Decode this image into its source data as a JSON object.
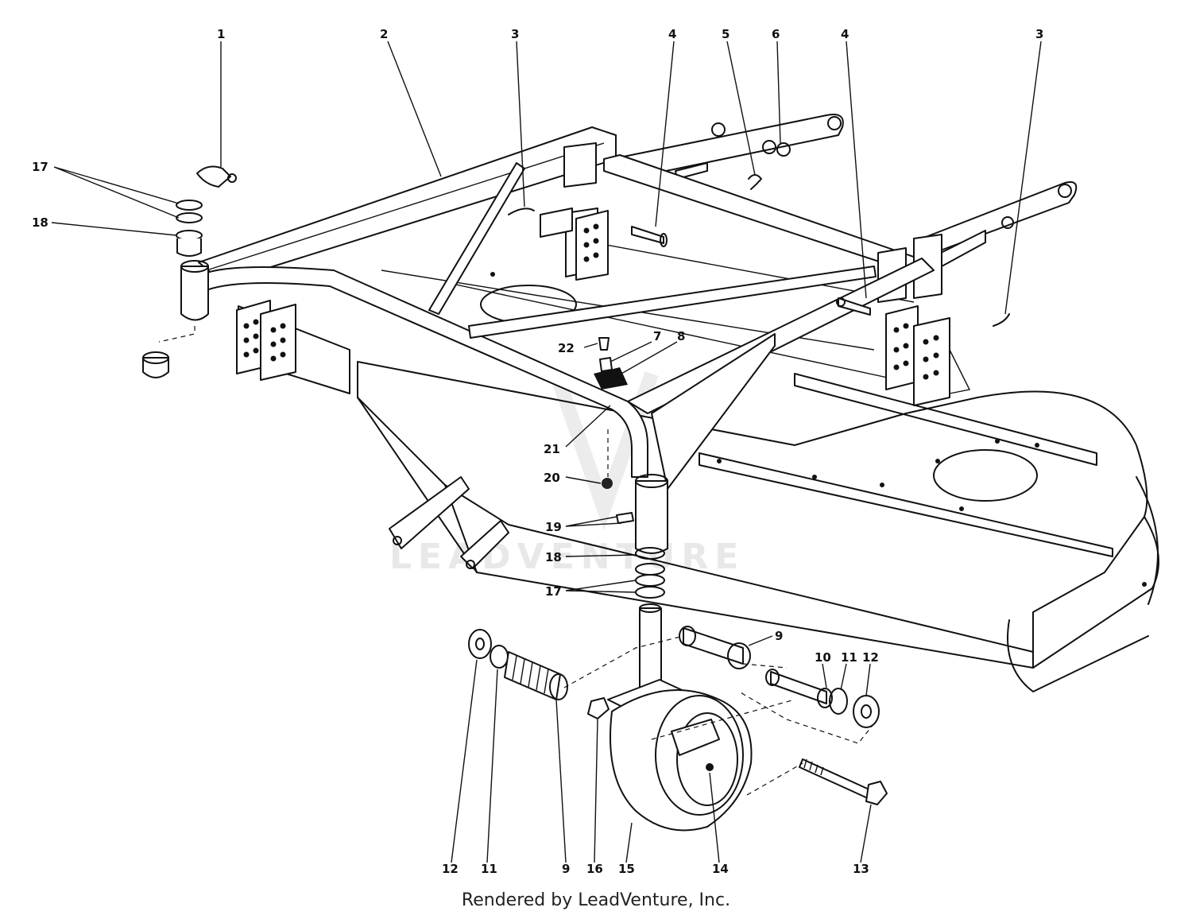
{
  "watermark": "LEADVENTURE",
  "footer": "Rendered by LeadVenture, Inc.",
  "callouts": {
    "c1": "1",
    "c2": "2",
    "c3a": "3",
    "c3b": "3",
    "c4a": "4",
    "c4b": "4",
    "c5": "5",
    "c6": "6",
    "c7": "7",
    "c8": "8",
    "c9a": "9",
    "c9b": "9",
    "c10": "10",
    "c11a": "11",
    "c11b": "11",
    "c12a": "12",
    "c12b": "12",
    "c13": "13",
    "c14": "14",
    "c15": "15",
    "c16": "16",
    "c17a": "17",
    "c17b": "17",
    "c18a": "18",
    "c18b": "18",
    "c19": "19",
    "c20": "20",
    "c21": "21",
    "c22": "22"
  }
}
